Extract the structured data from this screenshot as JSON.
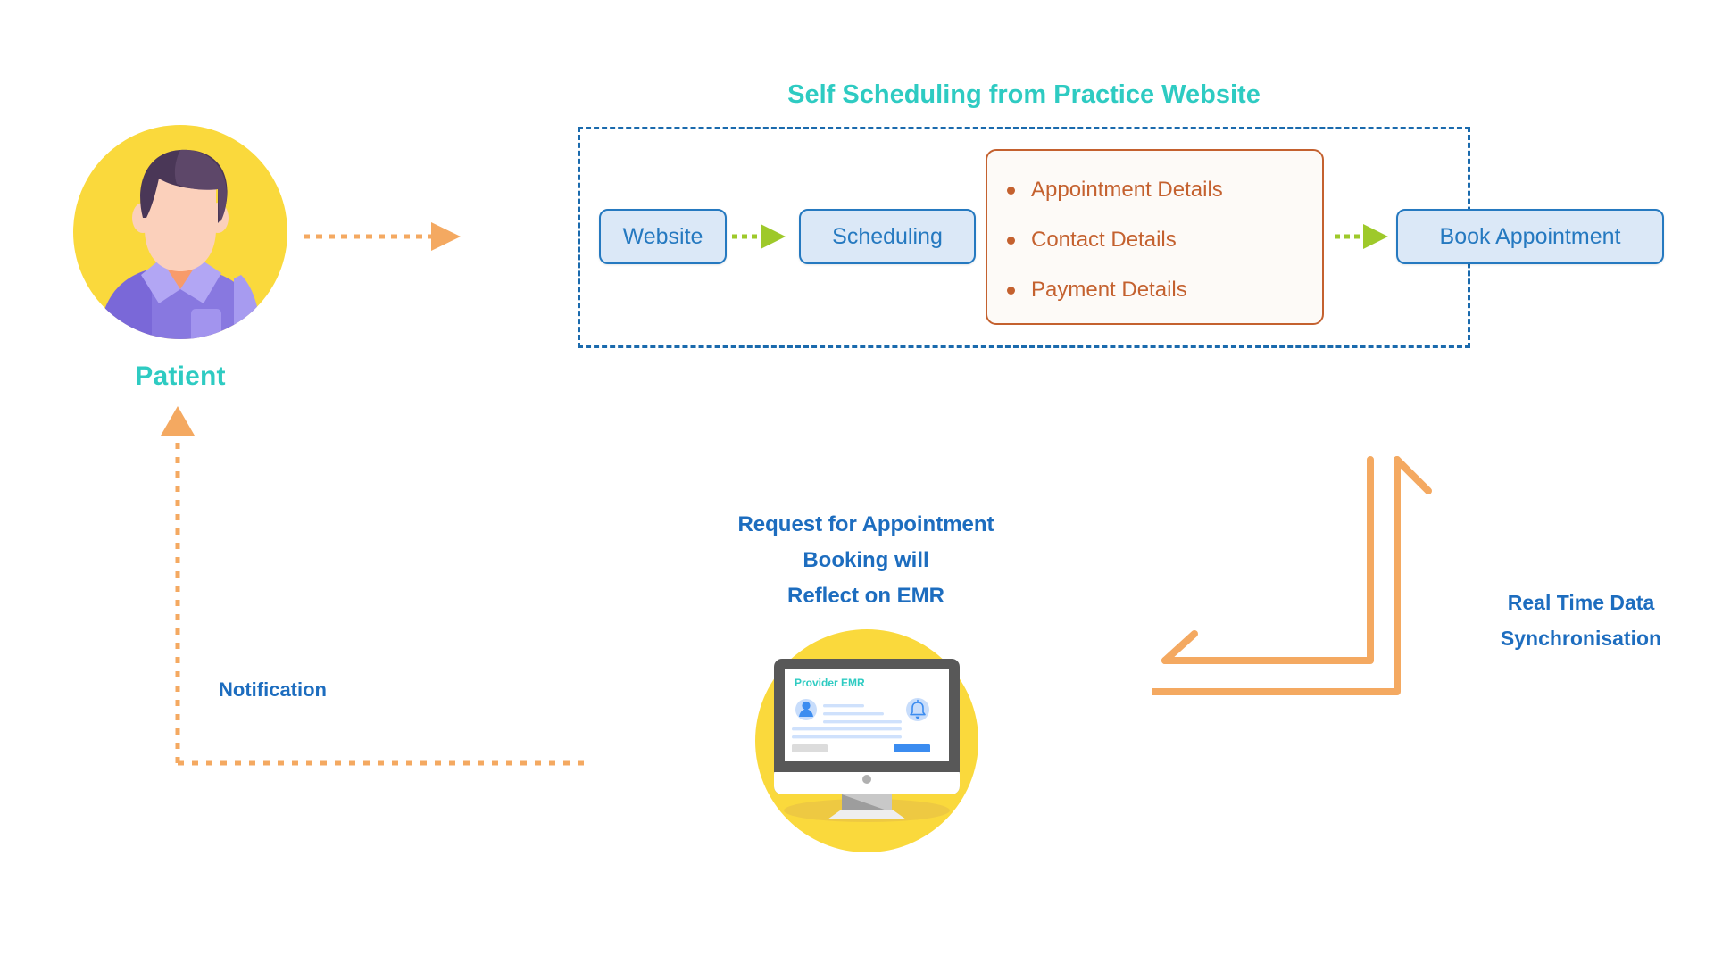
{
  "diagram": {
    "title": "Self Scheduling from Practice Website",
    "actor": {
      "label": "Patient",
      "icon": "patient-avatar-icon"
    },
    "flow_boxes": [
      {
        "id": "website",
        "label": "Website"
      },
      {
        "id": "scheduling",
        "label": "Scheduling"
      },
      {
        "id": "book_appointment",
        "label": "Book Appointment"
      }
    ],
    "details_card": {
      "items": [
        "Appointment Details",
        "Contact Details",
        "Payment Details"
      ]
    },
    "emr_caption": {
      "line1": "Request for Appointment",
      "line2": "Booking will",
      "line3": "Reflect on EMR"
    },
    "emr_screen": {
      "title": "Provider EMR",
      "avatar_icon": "user-avatar-icon",
      "bell_icon": "bell-notification-icon",
      "secondary_button_label": "",
      "primary_button_label": ""
    },
    "sync_label": {
      "line1": "Real Time Data",
      "line2": "Synchronisation"
    },
    "notification_label": "Notification",
    "arrows": {
      "patient_to_website": "orange-dotted-arrow-icon",
      "website_to_scheduling": "green-dashed-arrow-icon",
      "details_to_book": "green-dashed-arrow-icon",
      "emr_to_patient": "orange-dotted-notification-arrow-icon",
      "sync_loop": "orange-sync-arrows-icon"
    },
    "colors": {
      "teal": "#2ecbc2",
      "blue": "#1d6dbf",
      "box_border_blue": "#2579c0",
      "box_fill_blue": "#dbe8f7",
      "dashed_border_blue": "#1a6aad",
      "orange": "#c4612f",
      "arrow_orange": "#f4a961",
      "green": "#9ec92a",
      "yellow": "#fad93c"
    }
  }
}
